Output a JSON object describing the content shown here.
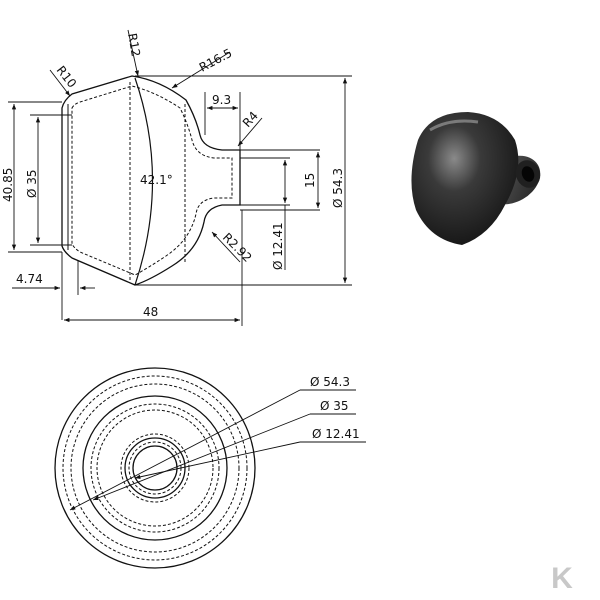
{
  "drawing": {
    "dimensions": {
      "r_top": "R12",
      "r_shoulder": "R16.5",
      "r_lip": "R10",
      "r_neck": "R4",
      "r_fillet": "R2.92",
      "width_neck": "9.3",
      "height_outer": "40.85",
      "dia_inner": "Ø 35",
      "angle": "42.1°",
      "neck_height": "15",
      "dia_overall": "Ø 54.3",
      "dia_bore": "Ø 12.41",
      "lip_offset": "4.74",
      "total_length": "48"
    },
    "callouts": {
      "dia_overall": "Ø 54.3",
      "dia_inner": "Ø 35",
      "dia_bore": "Ø 12.41"
    }
  },
  "logo": {
    "text": "K"
  }
}
